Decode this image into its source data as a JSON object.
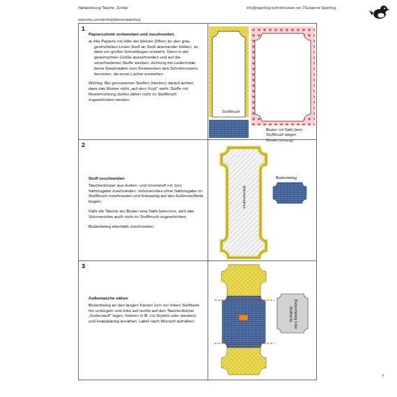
{
  "diagram": {
    "nodes": [
      {
        "text": [
          "1",
          "Papierschnitt vorbereiten und zuschneiden",
          "a) Alle Papiere mit Hilfe der kleinen Ziffern an den grau gestrichelten Linien Stoß an Stoß aneinander kleben, so dass ein großer Schnittbogen entsteht. Dann in der gewünschten Größe ausschneiden und auf die verschiedenen Stoffe stecken. Achtung bei Lederimitat: keine Stecknadeln zum Feststecken des Schnittmusters benutzen, da sonst Löcher entstehen.",
          "Wichtig: Bei gemusterten Stoffen (Herzen) darauf achten, dass das Muster nicht „auf dem Kopf“ steht. Stoffe mit Musterrichtung dürfen daher nicht im Stoffbruch zugeschnitten werden."
        ]
      },
      {
        "text": [
          "Stoffbruch",
          "Boden mit Naht (kein Stoffbruch wegen Musterrichtung)"
        ]
      },
      {
        "text": [
          "2",
          "Stoff zuschneiden",
          "Taschenkörper aus Außen- und Innenstoff mit 1cm Nahtzugabe zuschneiden. Volumenvlies ohne Nahtzugabe im Stoffbruch zuschneiden und linksseitig auf den Außenstoffteile bügeln.",
          "Falls die Tasche am Boden eine Naht bekommt, wird das Volumenvlies auch nicht im Stoffbruch zugeschnitten.",
          "Bodenbeleg ebenfalls zuschneiden."
        ]
      },
      {
        "text": [
          "Volumenvlies",
          "Bodenbeleg"
        ]
      },
      {
        "text": [
          "3",
          "Außentasche nähen",
          "Bodenbeleg an den langen Kanten 1cm zur linken Stoffseite hin umbügeln und links auf rechts auf den Taschenkörper „Außenstoff“ legen, fixieren (z.B. mit Stylefix oder stecken) und knappkantig annähen. Label nach Wunsch aufnähen."
        ]
      },
      {
        "text": [
          "Bodenbeleg linke Stoffseite"
        ]
      }
    ],
    "labels": [
      "Nähanleitung Tasche „Smilla“",
      "info@sperling-schnittmuster.net ©Susanne Sperling",
      "www.etsy.com/de/shop/kleinerspatzshop",
      "4"
    ]
  }
}
